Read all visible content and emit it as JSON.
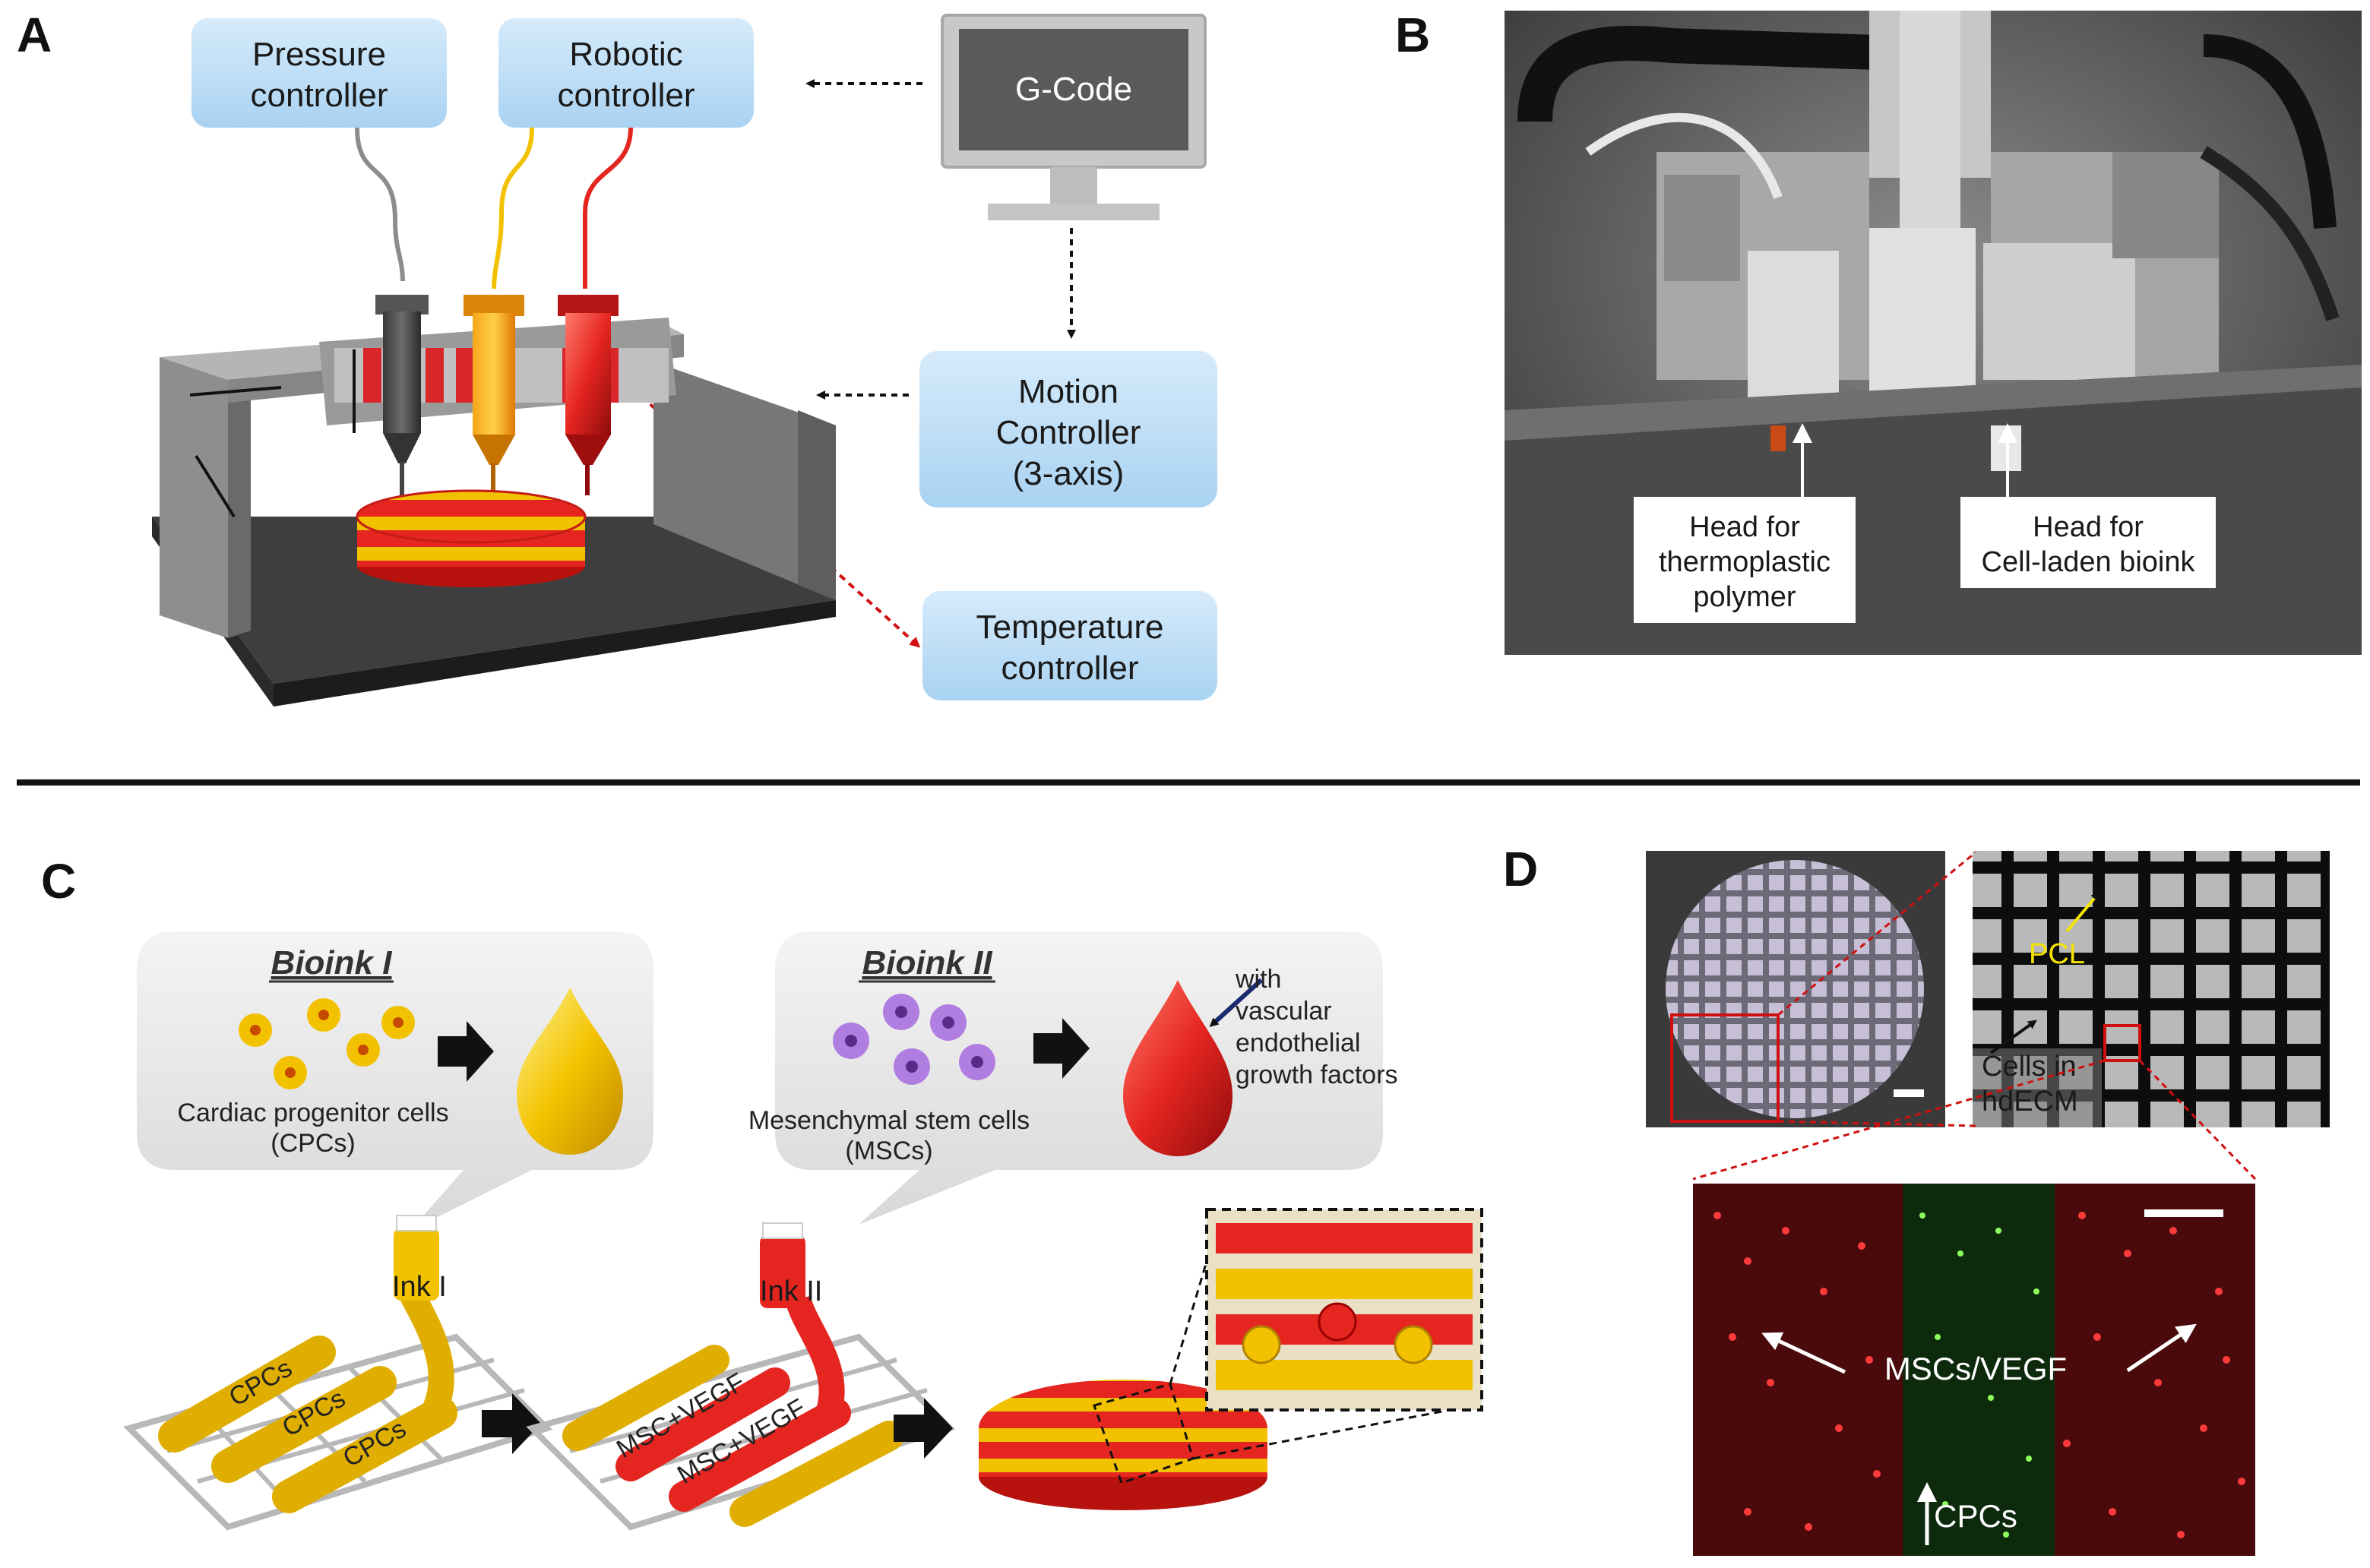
{
  "panels": {
    "a": {
      "letter": "A",
      "pressure_controller": [
        "Pressure",
        "controller"
      ],
      "robotic_controller": [
        "Robotic",
        "controller"
      ],
      "gcode": "G-Code",
      "motion_controller": [
        "Motion",
        "Controller",
        "(3-axis)"
      ],
      "temperature_controller": [
        "Temperature",
        "controller"
      ]
    },
    "b": {
      "letter": "B",
      "head_thermoplastic": [
        "Head for",
        "thermoplastic",
        "polymer"
      ],
      "head_bioink": [
        "Head for",
        "Cell-laden bioink"
      ]
    },
    "c": {
      "letter": "C",
      "bioink1_title": "Bioink I",
      "bioink1_cells": [
        "Cardiac progenitor cells",
        "(CPCs)"
      ],
      "bioink2_title": "Bioink II",
      "bioink2_cells": [
        "Mesenchymal stem cells",
        "(MSCs)"
      ],
      "growth_factors": [
        "with",
        "vascular",
        "endothelial",
        "growth factors"
      ],
      "ink1": "Ink I",
      "ink2": "Ink II",
      "strand_cpcs": "CPCs",
      "strand_msc": "MSC+VEGF"
    },
    "d": {
      "letter": "D",
      "pcl": "PCL",
      "cells_in": "Cells in",
      "hdecm": "hdECM",
      "msc_vegf": "MSCs/VEGF",
      "cpcs": "CPCs"
    }
  },
  "colors": {
    "box_fill": "#bcdcf5",
    "strand_yellow": "#f2c200",
    "strand_red": "#e52520",
    "frame_gray": "#8c8c8c"
  }
}
